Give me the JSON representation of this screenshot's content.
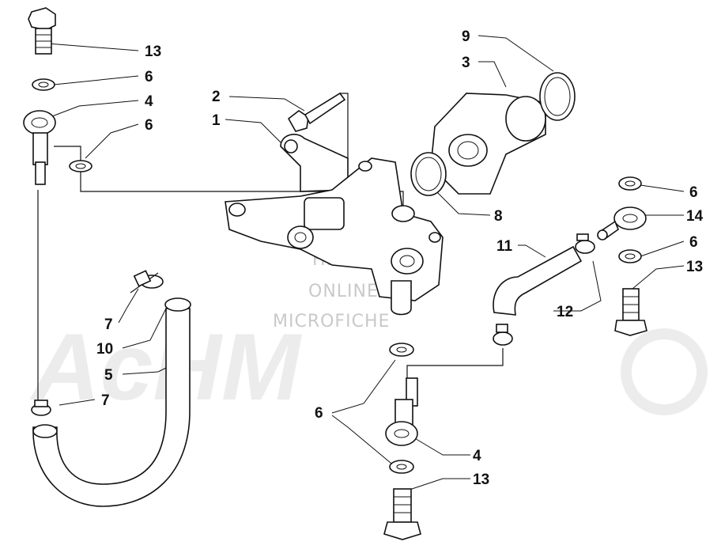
{
  "watermark": {
    "lines": [
      "HLSM",
      "ONLINE",
      "MICROFICHE"
    ],
    "brand": "AcHM"
  },
  "callouts": [
    "13",
    "6",
    "4",
    "6",
    "2",
    "1",
    "9",
    "3",
    "8",
    "6",
    "14",
    "11",
    "6",
    "13",
    "12",
    "7",
    "10",
    "5",
    "7",
    "6",
    "4",
    "13"
  ]
}
